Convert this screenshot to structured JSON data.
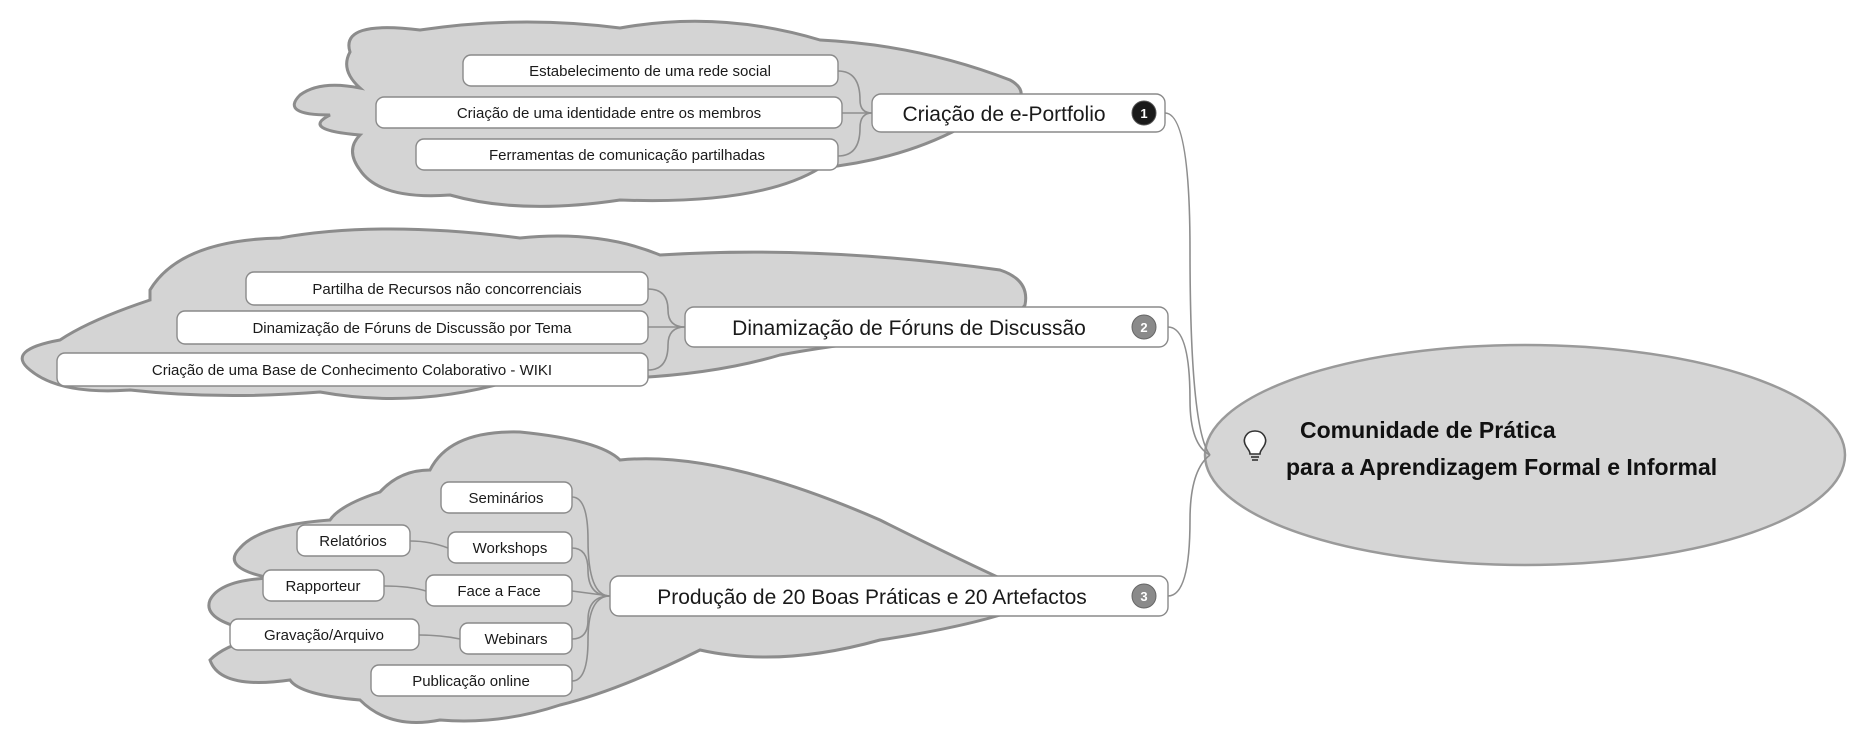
{
  "central": {
    "line1": "Comunidade de Prática",
    "line2": "para a Aprendizagem Formal e Informal",
    "icon": "lightbulb-icon"
  },
  "branches": [
    {
      "label": "Criação de e-Portfolio",
      "priority": "1",
      "children": [
        "Estabelecimento de uma rede social",
        "Criação de uma identidade entre os membros",
        "Ferramentas de comunicação partilhadas"
      ]
    },
    {
      "label": "Dinamização de Fóruns de Discussão",
      "priority": "2",
      "children": [
        "Partilha de Recursos não concorrenciais",
        "Dinamização de Fóruns de Discussão por Tema",
        "Criação de uma Base de Conhecimento Colaborativo - WIKI"
      ]
    },
    {
      "label": "Produção de 20 Boas Práticas e 20 Artefactos",
      "priority": "3",
      "children": [
        "Seminários",
        "Workshops",
        "Face a Face",
        "Webinars",
        "Publicação online"
      ],
      "sub_children": [
        "Relatórios",
        "Rapporteur",
        "Gravação/Arquivo"
      ]
    }
  ],
  "colors": {
    "cloud_fill": "#d4d4d4",
    "cloud_stroke": "#8c8c8c",
    "central_fill": "#d6d6d6",
    "badge_1": "#1a1a1a",
    "badge_2": "#8a8a8a",
    "badge_3": "#8a8a8a"
  }
}
